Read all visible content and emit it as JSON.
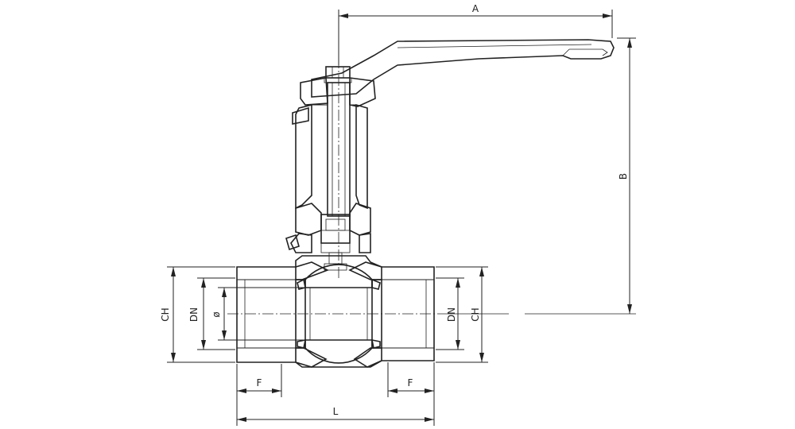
{
  "diagram": {
    "dimensions": {
      "A": "A",
      "B": "B",
      "L": "L",
      "F_left": "F",
      "F_right": "F",
      "CH_left": "CH",
      "CH_right": "CH",
      "DN_left": "DN",
      "DN_right": "DN",
      "diameter": "ø"
    },
    "colors": {
      "line": "#222222",
      "background": "#ffffff"
    }
  }
}
